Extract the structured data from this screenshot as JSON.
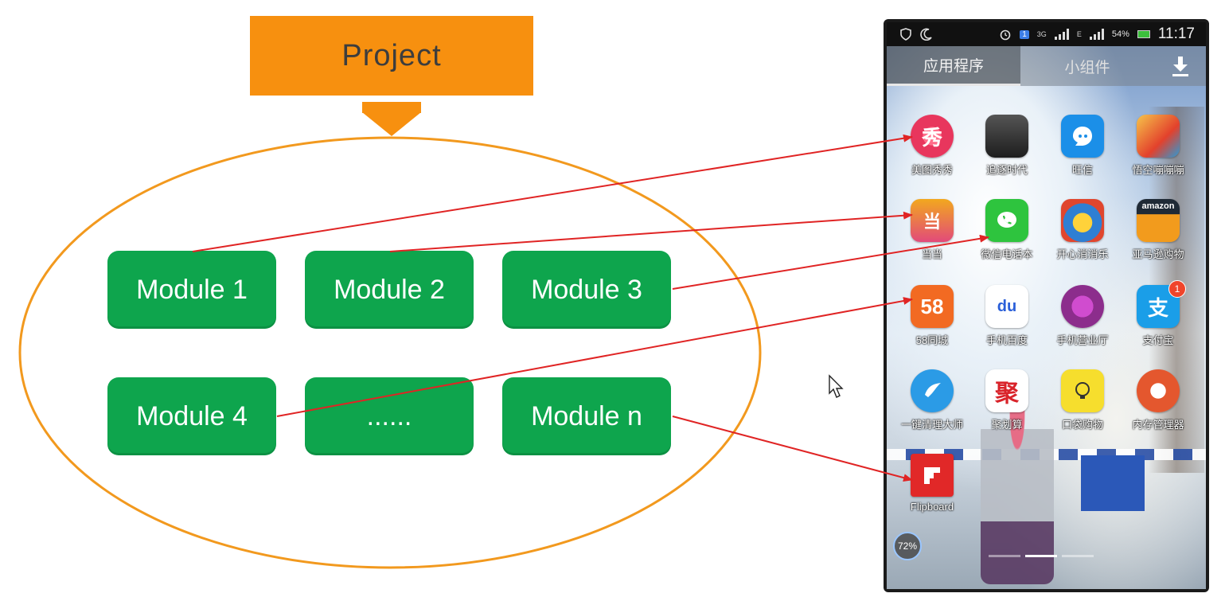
{
  "diagram": {
    "project_label": "Project",
    "modules": [
      {
        "id": "m1",
        "label": "Module 1"
      },
      {
        "id": "m2",
        "label": "Module 2"
      },
      {
        "id": "m3",
        "label": "Module 3"
      },
      {
        "id": "m4",
        "label": "Module 4"
      },
      {
        "id": "m5",
        "label": "......"
      },
      {
        "id": "m6",
        "label": "Module n"
      }
    ],
    "colors": {
      "project": "#f7900f",
      "ellipse": "#f2991e",
      "module": "#0ea54d",
      "connector": "#e02424"
    }
  },
  "phone": {
    "status": {
      "time": "11:17",
      "battery": "54%",
      "net_3g": "3G",
      "net_e": "E",
      "sim": "1"
    },
    "tabs": {
      "apps": "应用程序",
      "widgets": "小组件"
    },
    "apps": [
      {
        "label": "美图秀秀",
        "glyph": "秀",
        "color": "#e8365d",
        "icon": "meitu-icon"
      },
      {
        "label": "追逐时代",
        "glyph": "",
        "color": "#2b2b2b",
        "icon": "game-icon"
      },
      {
        "label": "旺信",
        "glyph": "",
        "color": "#1b8fe8",
        "icon": "wangxin-icon"
      },
      {
        "label": "悟空嘣嘣嘣",
        "glyph": "",
        "color": "#e3412c",
        "icon": "wukong-icon"
      },
      {
        "label": "当当",
        "glyph": "当",
        "color": "#d53a6a",
        "icon": "dangdang-icon"
      },
      {
        "label": "微信电话本",
        "glyph": "",
        "color": "#2ec43e",
        "icon": "phone-icon"
      },
      {
        "label": "开心消消乐",
        "glyph": "",
        "color": "#2f7fd3",
        "icon": "xiaoxiaole-icon"
      },
      {
        "label": "亚马逊购物",
        "glyph": "amazon",
        "color": "#1f2a36",
        "icon": "amazon-icon"
      },
      {
        "label": "58同城",
        "glyph": "58",
        "color": "#f26a22",
        "icon": "58-icon"
      },
      {
        "label": "手机百度",
        "glyph": "du",
        "color": "#ffffff",
        "icon": "baidu-icon"
      },
      {
        "label": "手机营业厅",
        "glyph": "",
        "color": "#8c2d8c",
        "icon": "unicom-icon"
      },
      {
        "label": "支付宝",
        "glyph": "支",
        "color": "#1a9ee8",
        "icon": "alipay-icon",
        "badge": "1"
      },
      {
        "label": "一键清理大师",
        "glyph": "",
        "color": "#2b9be6",
        "icon": "cleaner-icon"
      },
      {
        "label": "聚划算",
        "glyph": "聚",
        "color": "#ffffff",
        "icon": "juhuasuan-icon"
      },
      {
        "label": "口袋购物",
        "glyph": "",
        "color": "#f6de2d",
        "icon": "koudai-icon"
      },
      {
        "label": "内存管理器",
        "glyph": "",
        "color": "#e4572e",
        "icon": "memory-icon"
      },
      {
        "label": "Flipboard",
        "glyph": "",
        "color": "#e12828",
        "icon": "flipboard-icon"
      }
    ],
    "memory_badge": "72%"
  }
}
